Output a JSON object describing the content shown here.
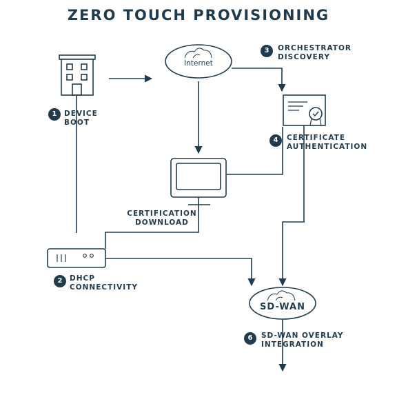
{
  "title": "ZERO TOUCH PROVISIONING",
  "colors": {
    "stroke": "#1f3b4d",
    "badge": "#1f3b4d",
    "background": "#ffffff"
  },
  "nodes": {
    "internet": {
      "label": "Internet",
      "icon": "cloud-icon"
    },
    "sdwan": {
      "label": "SD-WAN",
      "icon": "cloud-icon"
    },
    "building": {
      "icon": "building-icon"
    },
    "certificate": {
      "icon": "certificate-icon"
    },
    "monitor": {
      "icon": "monitor-icon"
    },
    "router": {
      "icon": "router-icon"
    }
  },
  "steps": [
    {
      "number": "1",
      "label": "DEVICE\nBOOT"
    },
    {
      "number": "2",
      "label": "DHCP\nCONNECTIVITY"
    },
    {
      "number": "3",
      "label": "ORCHESTRATOR\nDISCOVERY"
    },
    {
      "number": "4",
      "label": "CERTIFICATE\nAUTHENTICATION"
    },
    {
      "number": "6",
      "label": "SD-WAN OVERLAY\nINTEGRATION"
    }
  ],
  "annotations": {
    "certification_download": "CERTIFICATION\nDOWNLOAD"
  }
}
